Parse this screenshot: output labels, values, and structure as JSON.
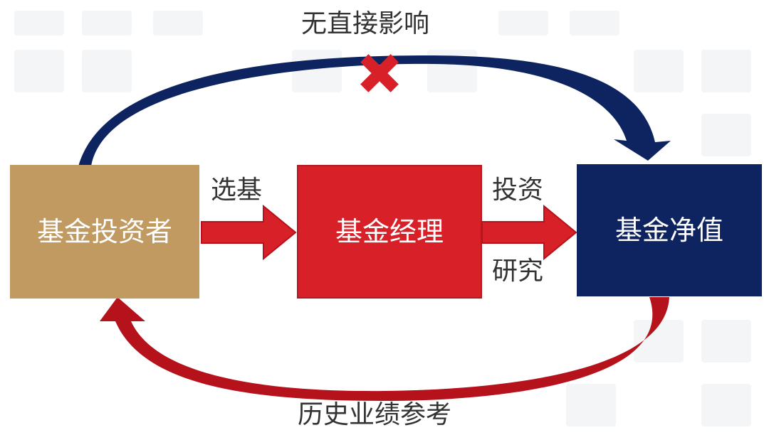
{
  "labels": {
    "no_direct_effect": "无直接影响",
    "select_fund": "选基",
    "invest": "投资",
    "research": "研究",
    "past_performance": "历史业绩参考"
  },
  "boxes": {
    "investor": "基金投资者",
    "manager": "基金经理",
    "nav": "基金净值"
  },
  "colors": {
    "investor_box": "#c19a62",
    "manager_box": "#d72027",
    "nav_box": "#0e2460",
    "top_arrow": "#0e2460",
    "bottom_arrow": "#b5121b",
    "cross_mark": "#d72027"
  }
}
